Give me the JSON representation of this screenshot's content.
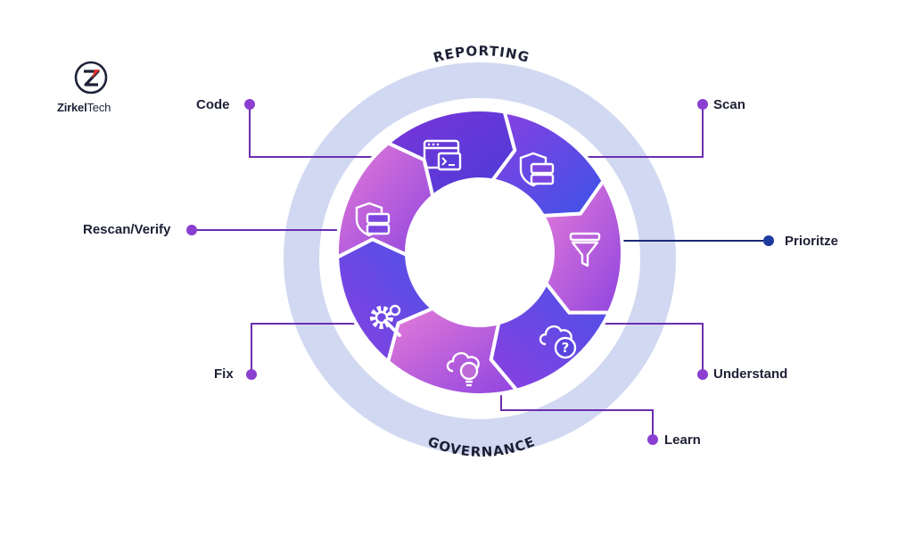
{
  "brand": {
    "name_bold": "Zirkel",
    "name_regular": "Tech"
  },
  "ring": {
    "top_label": "REPORTING",
    "bottom_label": "GOVERNANCE"
  },
  "steps": [
    {
      "label": "Code",
      "icon": "terminal-window-icon"
    },
    {
      "label": "Scan",
      "icon": "shield-scan-icon"
    },
    {
      "label": "Prioritze",
      "icon": "funnel-icon"
    },
    {
      "label": "Understand",
      "icon": "cloud-question-icon"
    },
    {
      "label": "Learn",
      "icon": "cloud-lightbulb-icon"
    },
    {
      "label": "Fix",
      "icon": "gear-wrench-icon"
    },
    {
      "label": "Rescan/Verify",
      "icon": "shield-scan-icon"
    }
  ],
  "colors": {
    "ring": "#cfd6f0",
    "line_purple": "#6b2fb0",
    "line_blue": "#1b2a78",
    "dot_purple": "#8a3fd1",
    "dot_blue": "#1d3a9e",
    "seg_pink": "#e27ad9",
    "seg_violet": "#7a3fe0",
    "seg_blue": "#3f56e6"
  }
}
